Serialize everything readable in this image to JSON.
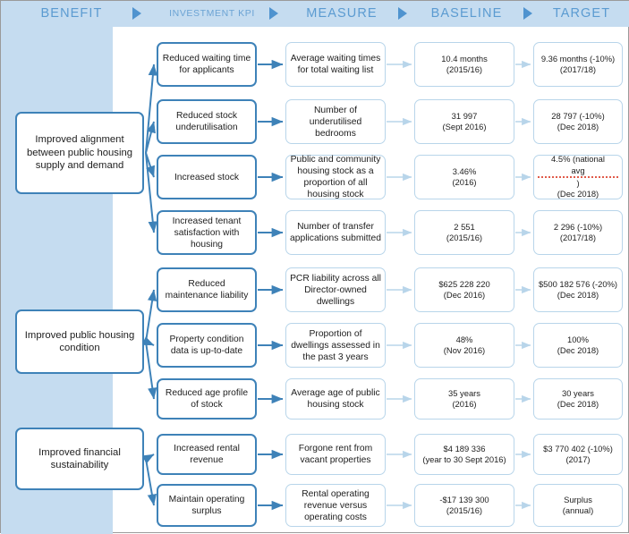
{
  "header": {
    "columns": [
      {
        "label": "BENEFIT",
        "style": "large"
      },
      {
        "label": "INVESTMENT KPI",
        "style": "small"
      },
      {
        "label": "MEASURE",
        "style": "large"
      },
      {
        "label": "BASELINE",
        "style": "large"
      },
      {
        "label": "TARGET",
        "style": "large"
      }
    ],
    "arrow_icon": "triangle-right-icon",
    "accent_color": "#5b9bd1",
    "band_color": "#c5dcf0"
  },
  "colors": {
    "panel": "#c5dcf0",
    "strong_border": "#3e82b8",
    "light_border": "#b8d5ea",
    "arrow_strong": "#3e82b8",
    "arrow_light": "#b8d5ea",
    "spellcheck": "#e05b4a"
  },
  "benefits": [
    {
      "label": "Improved alignment between public housing supply and demand"
    },
    {
      "label": "Improved public housing condition"
    },
    {
      "label": "Improved financial sustainability"
    }
  ],
  "rows": [
    {
      "kpi": "Reduced waiting time for applicants",
      "measure": "Average waiting times for total waiting list",
      "baseline_value": "10.4 months",
      "baseline_period": "(2015/16)",
      "target_value": "9.36 months  (-10%)",
      "target_period": "(2017/18)"
    },
    {
      "kpi": "Reduced stock underutilisation",
      "measure": "Number of underutilised bedrooms",
      "baseline_value": "31 997",
      "baseline_period": "(Sept 2016)",
      "target_value": "28 797 (-10%)",
      "target_period": "(Dec 2018)"
    },
    {
      "kpi": "Increased stock",
      "measure": "Public and community housing stock as a proportion of all housing stock",
      "baseline_value": "3.46%",
      "baseline_period": "(2016)",
      "target_value": "4.5% (national avg)",
      "target_value_spellchecked": "avg",
      "target_period": "(Dec 2018)"
    },
    {
      "kpi": "Increased tenant satisfaction with housing",
      "measure": "Number of transfer applications submitted",
      "baseline_value": "2 551",
      "baseline_period": "(2015/16)",
      "target_value": "2 296 (-10%)",
      "target_period": "(2017/18)"
    },
    {
      "kpi": "Reduced maintenance liability",
      "measure": "PCR liability across all Director-owned dwellings",
      "baseline_value": "$625 228 220",
      "baseline_period": "(Dec 2016)",
      "target_value": "$500 182 576 (-20%)",
      "target_period": "(Dec 2018)"
    },
    {
      "kpi": "Property condition data is up-to-date",
      "measure": "Proportion of dwellings assessed in the past 3 years",
      "baseline_value": "48%",
      "baseline_period": "(Nov 2016)",
      "target_value": "100%",
      "target_period": "(Dec 2018)"
    },
    {
      "kpi": "Reduced age profile of stock",
      "measure": "Average age of public housing stock",
      "baseline_value": "35 years",
      "baseline_period": "(2016)",
      "target_value": "30 years",
      "target_period": "(Dec 2018)"
    },
    {
      "kpi": "Increased rental revenue",
      "measure": "Forgone rent from vacant properties",
      "baseline_value": "$4 189 336",
      "baseline_period": "(year to 30 Sept 2016)",
      "target_value": "$3 770 402 (-10%)",
      "target_period": "(2017)"
    },
    {
      "kpi": "Maintain operating surplus",
      "measure": "Rental operating revenue versus operating costs",
      "baseline_value": "-$17 139 300",
      "baseline_period": "(2015/16)",
      "target_value": "Surplus",
      "target_period": "(annual)"
    }
  ]
}
